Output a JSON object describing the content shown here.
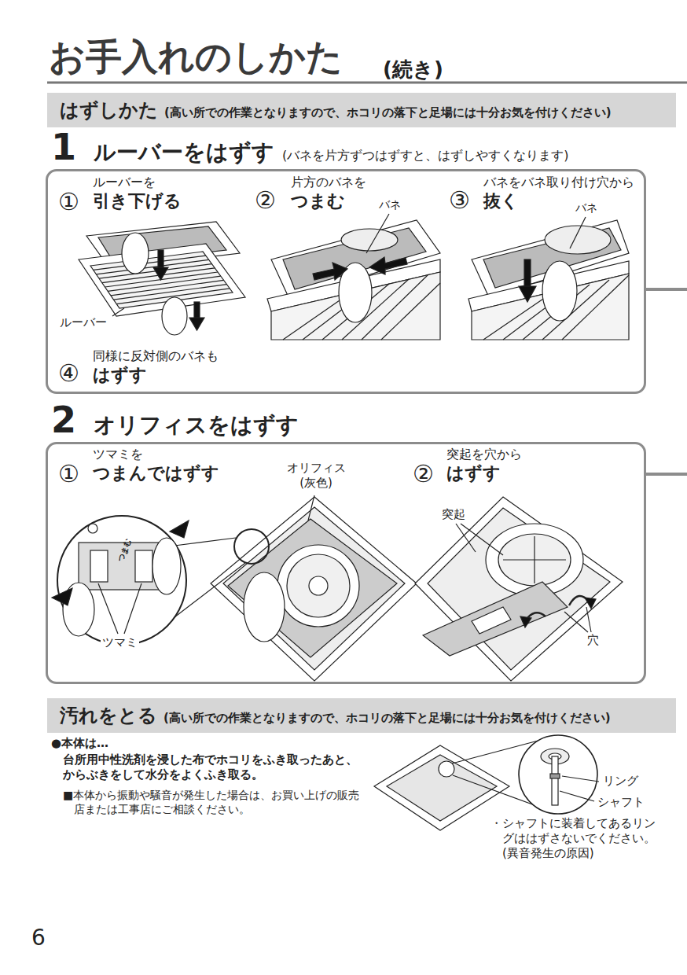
{
  "diagram": {
    "title": "お手入れのしかた",
    "nodes": [
      {
        "text": [
          "はずしかた",
          "(高い所での作業となりますので、ホコリの落下と足場には十分お気を付けください)"
        ]
      },
      {
        "text": [
          "1",
          "ルーバーをはずす",
          "(バネを片方ずつはずすと、はずしやすくなります)"
        ]
      },
      {
        "text": [
          "2",
          "オリフィスをはずす"
        ]
      },
      {
        "text": [
          "汚れをとる",
          "(高い所での作業となりますので、ホコリの落下と足場には十分お気を付けください)"
        ]
      }
    ],
    "labels": [
      "(続き)",
      "①",
      "ルーバーを",
      "引き下げる",
      "ルーバー",
      "②",
      "片方のバネを",
      "つまむ",
      "バネ",
      "③",
      "バネをバネ取り付け穴から",
      "抜く",
      "バネ",
      "④",
      "同様に反対側のバネも",
      "はずす",
      "①",
      "ツマミを",
      "つまんではずす",
      "オリフィス (灰色)",
      "つまむ",
      "ツマミ",
      "②",
      "突起を穴から",
      "はずす",
      "突起",
      "穴",
      "●本体は…",
      "台所用中性洗剤を浸した布でホコリをふき取ったあと、からぶきをして水分をよくふき取る。",
      "■本体から振動や騒音が発生した場合は、お買い上げの販売店または工事店にご相談ください。",
      "リング",
      "シャフト",
      "・シャフトに装着してあるリングははずさないでください。 (異音発生の原因)",
      "6"
    ]
  }
}
